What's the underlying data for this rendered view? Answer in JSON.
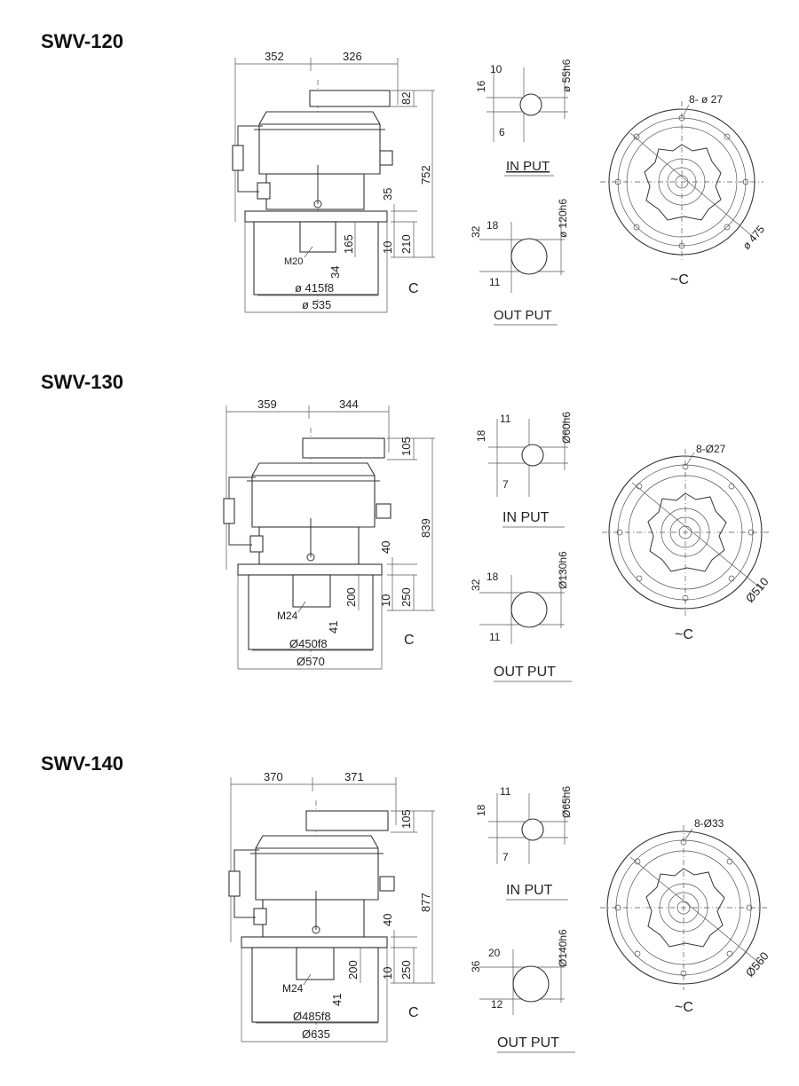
{
  "models": [
    {
      "title": "SWV-120",
      "side": {
        "dim_left": "352",
        "dim_right": "326",
        "dim_top_h": "82",
        "dim_total_h": "752",
        "dim_step": "35",
        "dim_base_a": "10",
        "dim_base_b": "210",
        "dim_key_h": "165",
        "dim_key_w": "34",
        "thread": "M20",
        "dia_spigot": "ø 415f8",
        "dia_flange": "ø 535",
        "rot": "C"
      },
      "input": {
        "label": "IN PUT",
        "d1": "10",
        "d2": "16",
        "d3": "6",
        "dia": "ø 55h6"
      },
      "output": {
        "label": "OUT PUT",
        "d1": "18",
        "d2": "32",
        "d3": "11",
        "dia": "ø 120h6"
      },
      "flange": {
        "holes": "8- ø 27",
        "pcd": "ø 475",
        "rot": "~C"
      }
    },
    {
      "title": "SWV-130",
      "side": {
        "dim_left": "359",
        "dim_right": "344",
        "dim_top_h": "105",
        "dim_total_h": "839",
        "dim_step": "40",
        "dim_base_a": "10",
        "dim_base_b": "250",
        "dim_key_h": "200",
        "dim_key_w": "41",
        "thread": "M24",
        "dia_spigot": "Ø450f8",
        "dia_flange": "Ø570",
        "rot": "C"
      },
      "input": {
        "label": "IN  PUT",
        "d1": "11",
        "d2": "18",
        "d3": "7",
        "dia": "Ø60h6"
      },
      "output": {
        "label": "OUT  PUT",
        "d1": "18",
        "d2": "32",
        "d3": "11",
        "dia": "Ø130h6"
      },
      "flange": {
        "holes": "8-Ø27",
        "pcd": "Ø510",
        "rot": "~C"
      }
    },
    {
      "title": "SWV-140",
      "side": {
        "dim_left": "370",
        "dim_right": "371",
        "dim_top_h": "105",
        "dim_total_h": "877",
        "dim_step": "40",
        "dim_base_a": "10",
        "dim_base_b": "250",
        "dim_key_h": "200",
        "dim_key_w": "41",
        "thread": "M24",
        "dia_spigot": "Ø485f8",
        "dia_flange": "Ø635",
        "rot": "C"
      },
      "input": {
        "label": "IN  PUT",
        "d1": "11",
        "d2": "18",
        "d3": "7",
        "dia": "Ø65h6"
      },
      "output": {
        "label": "OUT  PUT",
        "d1": "20",
        "d2": "36",
        "d3": "12",
        "dia": "Ø140h6"
      },
      "flange": {
        "holes": "8-Ø33",
        "pcd": "Ø560",
        "rot": "~C"
      }
    }
  ]
}
